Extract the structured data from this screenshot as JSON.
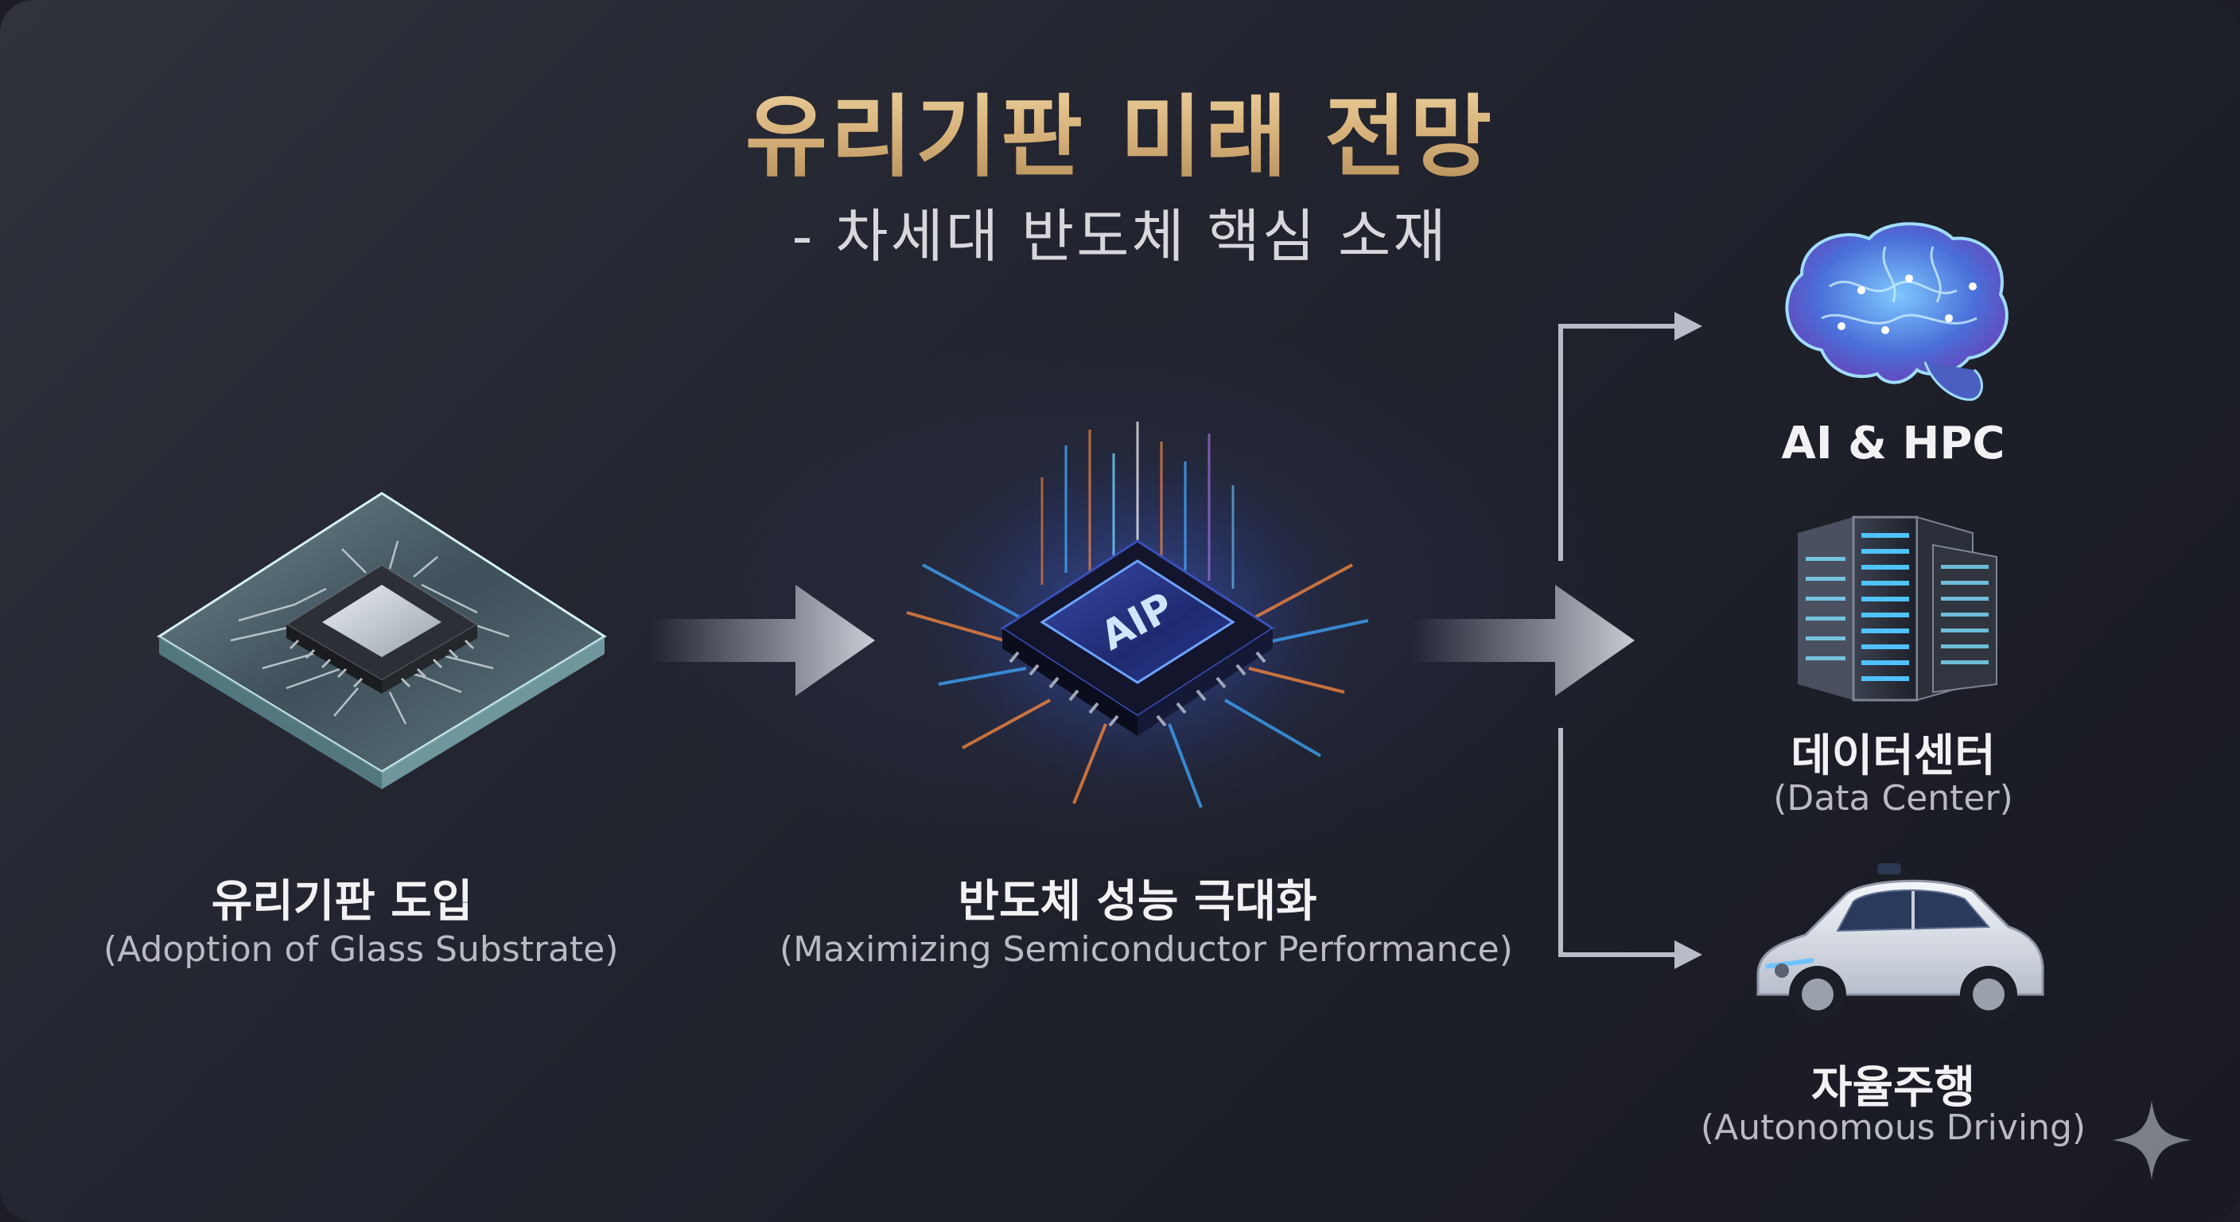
{
  "title": "유리기판 미래 전망",
  "subtitle": "- 차세대 반도체 핵심 소재",
  "steps": [
    {
      "label": "유리기판 도입",
      "sublabel": "(Adoption of Glass Substrate)",
      "icon": "glass-substrate-chip-icon"
    },
    {
      "label": "반도체 성능 극대화",
      "sublabel": "(Maximizing Semiconductor Performance)",
      "icon": "aip-chip-icon",
      "chip_text": "AIP"
    }
  ],
  "applications": [
    {
      "label": "AI & HPC",
      "icon": "brain-icon"
    },
    {
      "label": "데이터센터",
      "sublabel": "(Data Center)",
      "icon": "server-rack-icon"
    },
    {
      "label": "자율주행",
      "sublabel": "(Autonomous Driving)",
      "icon": "car-icon"
    }
  ],
  "colors": {
    "title_gold": "#d9b880",
    "background": "#1f2029",
    "arrow_gray": "#c3c6d0",
    "glow_blue": "#3fa9ff",
    "glow_orange": "#ff8a3d"
  }
}
